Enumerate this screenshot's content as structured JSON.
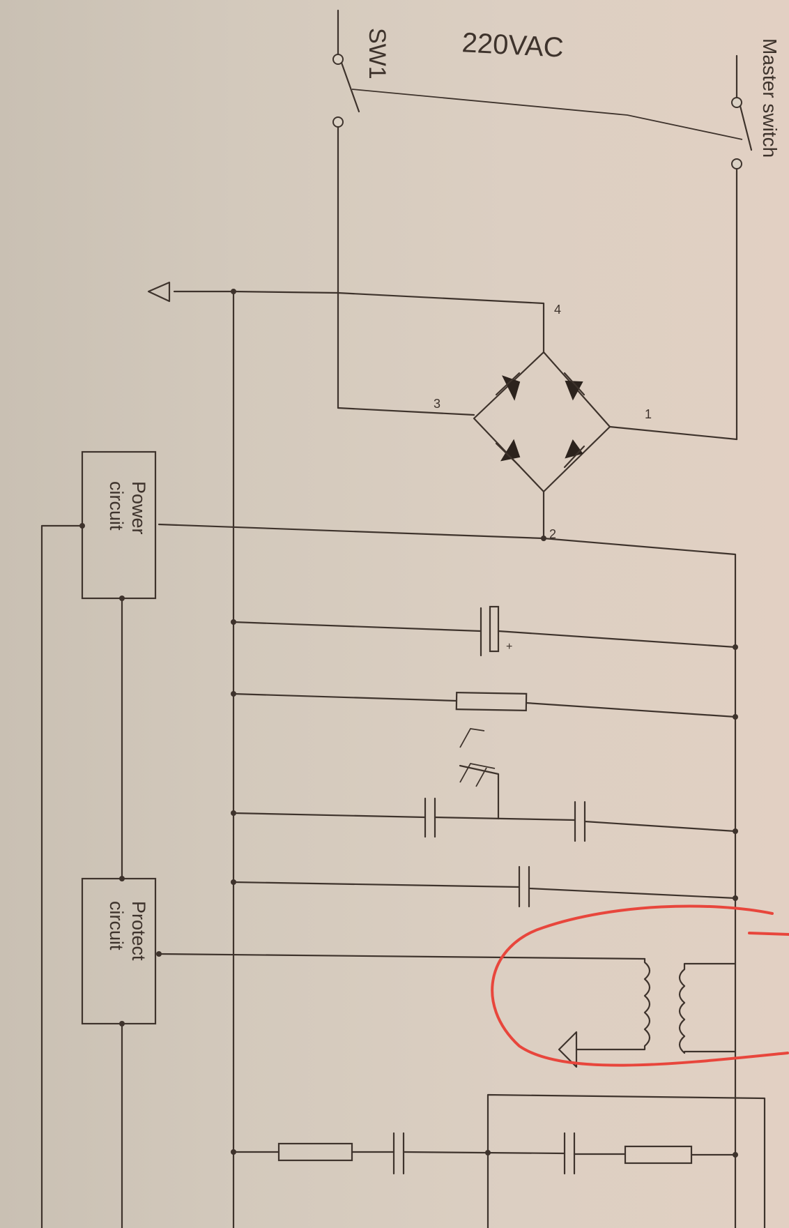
{
  "supply_label": "220VAC",
  "switch_label": "SW1",
  "master_switch_label": "Master switch",
  "bridge_pins": [
    "1",
    "2",
    "3",
    "4"
  ],
  "power_circuit_label": [
    "Power",
    "circuit"
  ],
  "protect_circuit_label": [
    "Protect",
    "circuit"
  ],
  "cap_polarity": "+",
  "highlight_color": "#e8463c"
}
